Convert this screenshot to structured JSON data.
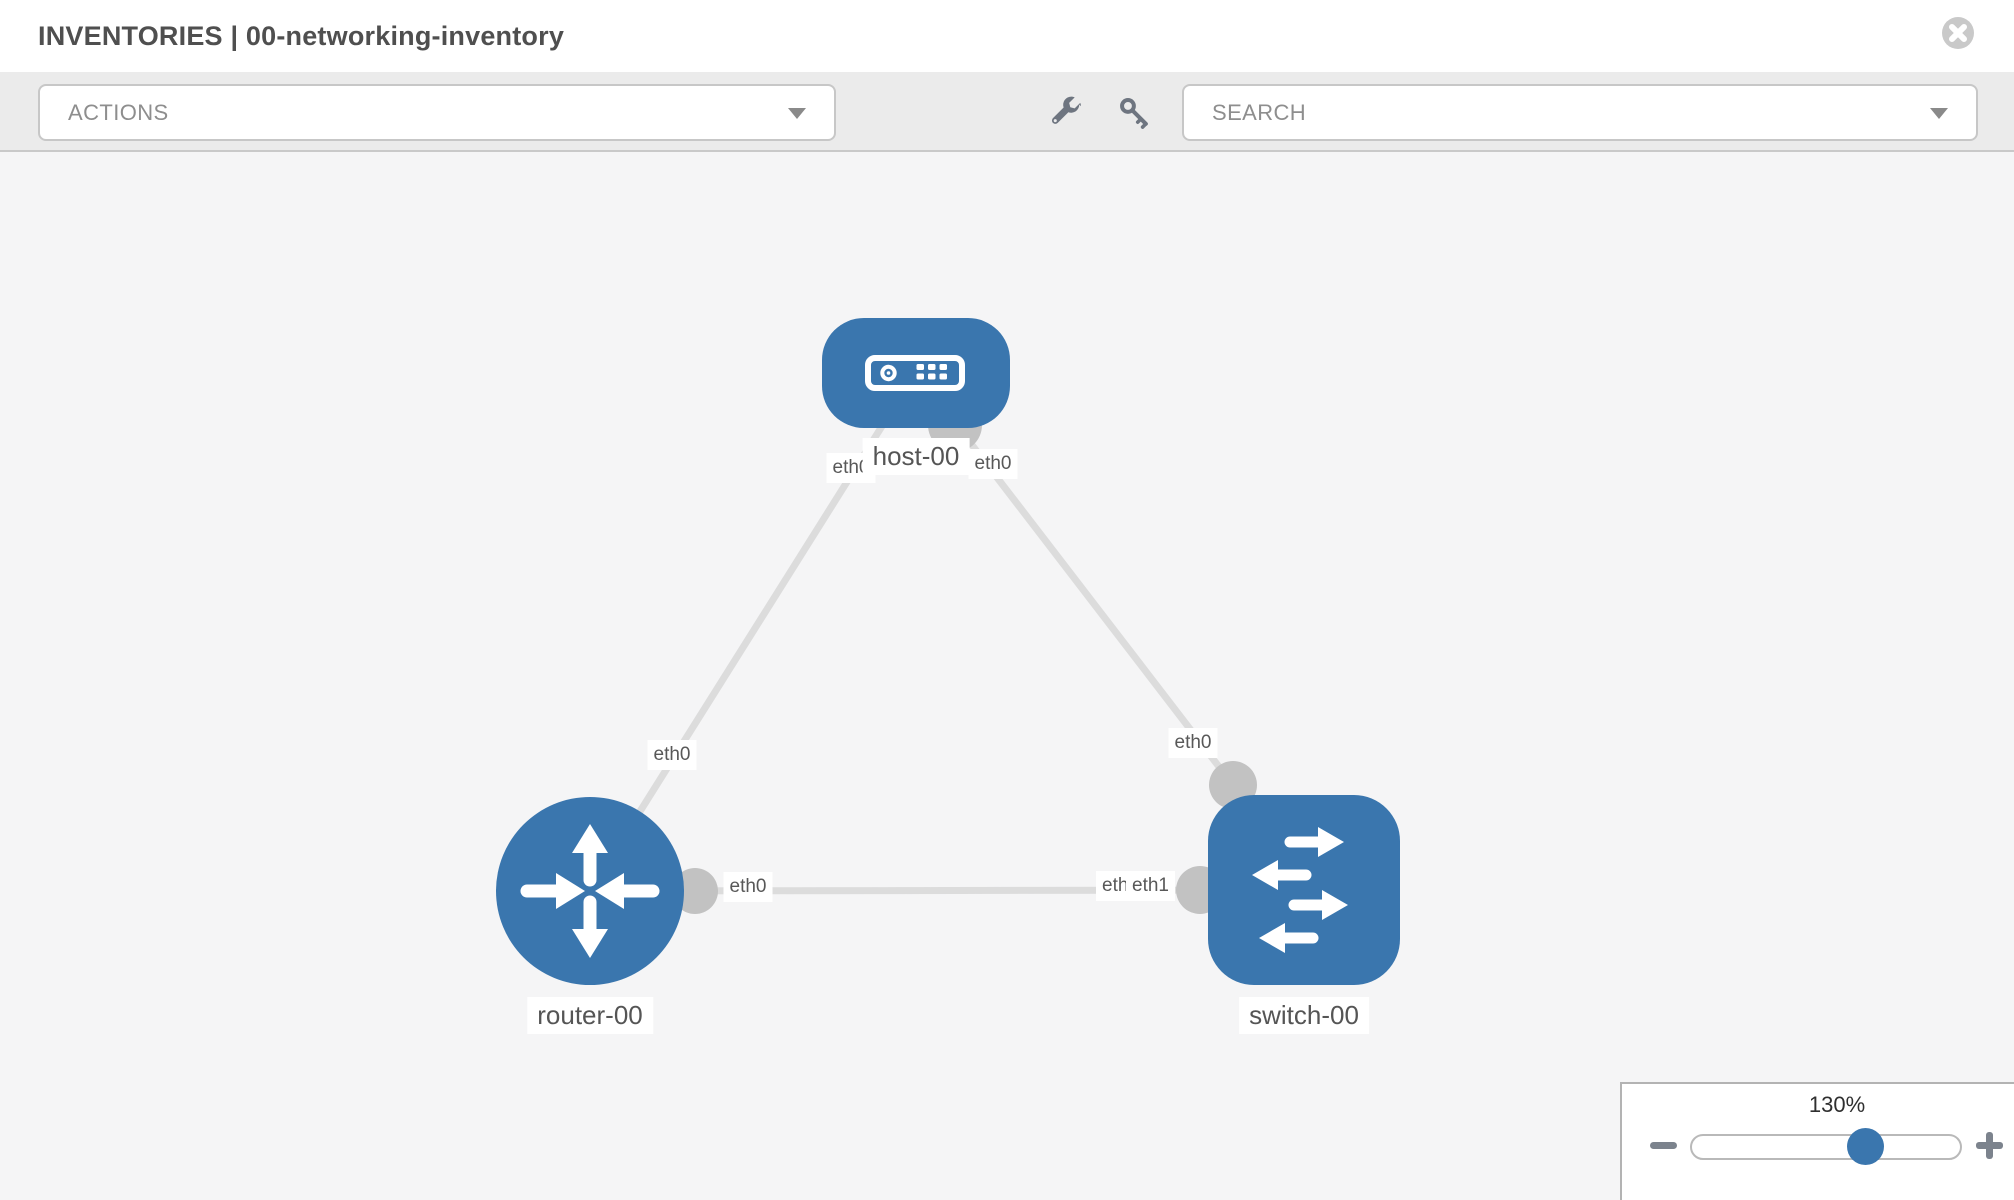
{
  "header": {
    "title": "INVENTORIES | 00-networking-inventory",
    "close_icon": "circle-x-icon"
  },
  "toolbar": {
    "actions_label": "ACTIONS",
    "search_placeholder": "SEARCH",
    "wrench_icon": "wrench-icon",
    "key_icon": "key-icon"
  },
  "topology": {
    "nodes": [
      {
        "name": "host-00",
        "type": "host",
        "icon": "server-icon",
        "shape": "rounded-rect"
      },
      {
        "name": "router-00",
        "type": "router",
        "icon": "router-arrows-icon",
        "shape": "circle"
      },
      {
        "name": "switch-00",
        "type": "switch",
        "icon": "switch-arrows-icon",
        "shape": "rounded-square"
      }
    ],
    "links": [
      {
        "from": "host-00",
        "to": "router-00",
        "from_iface": "eth0",
        "to_iface": "eth0"
      },
      {
        "from": "host-00",
        "to": "switch-00",
        "from_iface": "eth0",
        "to_iface": "eth0"
      },
      {
        "from": "router-00",
        "to": "switch-00",
        "from_iface": "eth0",
        "to_iface": "eth1",
        "occluded_iface": "eth1"
      }
    ]
  },
  "zoom_control": {
    "value": "130%",
    "percent": 130,
    "zoom_out_icon": "minus-icon",
    "zoom_in_icon": "plus-icon"
  },
  "colors": {
    "node_blue": "#3a76ae",
    "link_gray": "#dcdcdc",
    "connector_gray": "#c2c2c2",
    "toolbar_bg": "#ebebeb",
    "canvas_bg": "#f5f5f6"
  }
}
